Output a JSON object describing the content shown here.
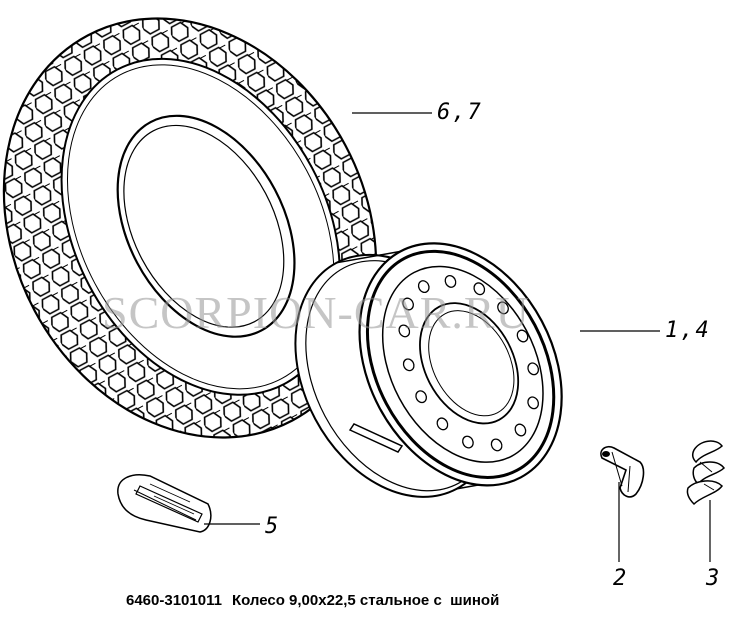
{
  "watermark": "SCORPION-CAR.RU",
  "callouts": {
    "tire": "6,7",
    "disc": "1,4",
    "valve_cap": "5",
    "clamp": "2",
    "spring": "3"
  },
  "caption": {
    "part_number": "6460-3101011",
    "description": "Колесо 9,00х22,5 стальное с  шиной"
  },
  "colors": {
    "line": "#000000",
    "watermark": "#969696"
  }
}
